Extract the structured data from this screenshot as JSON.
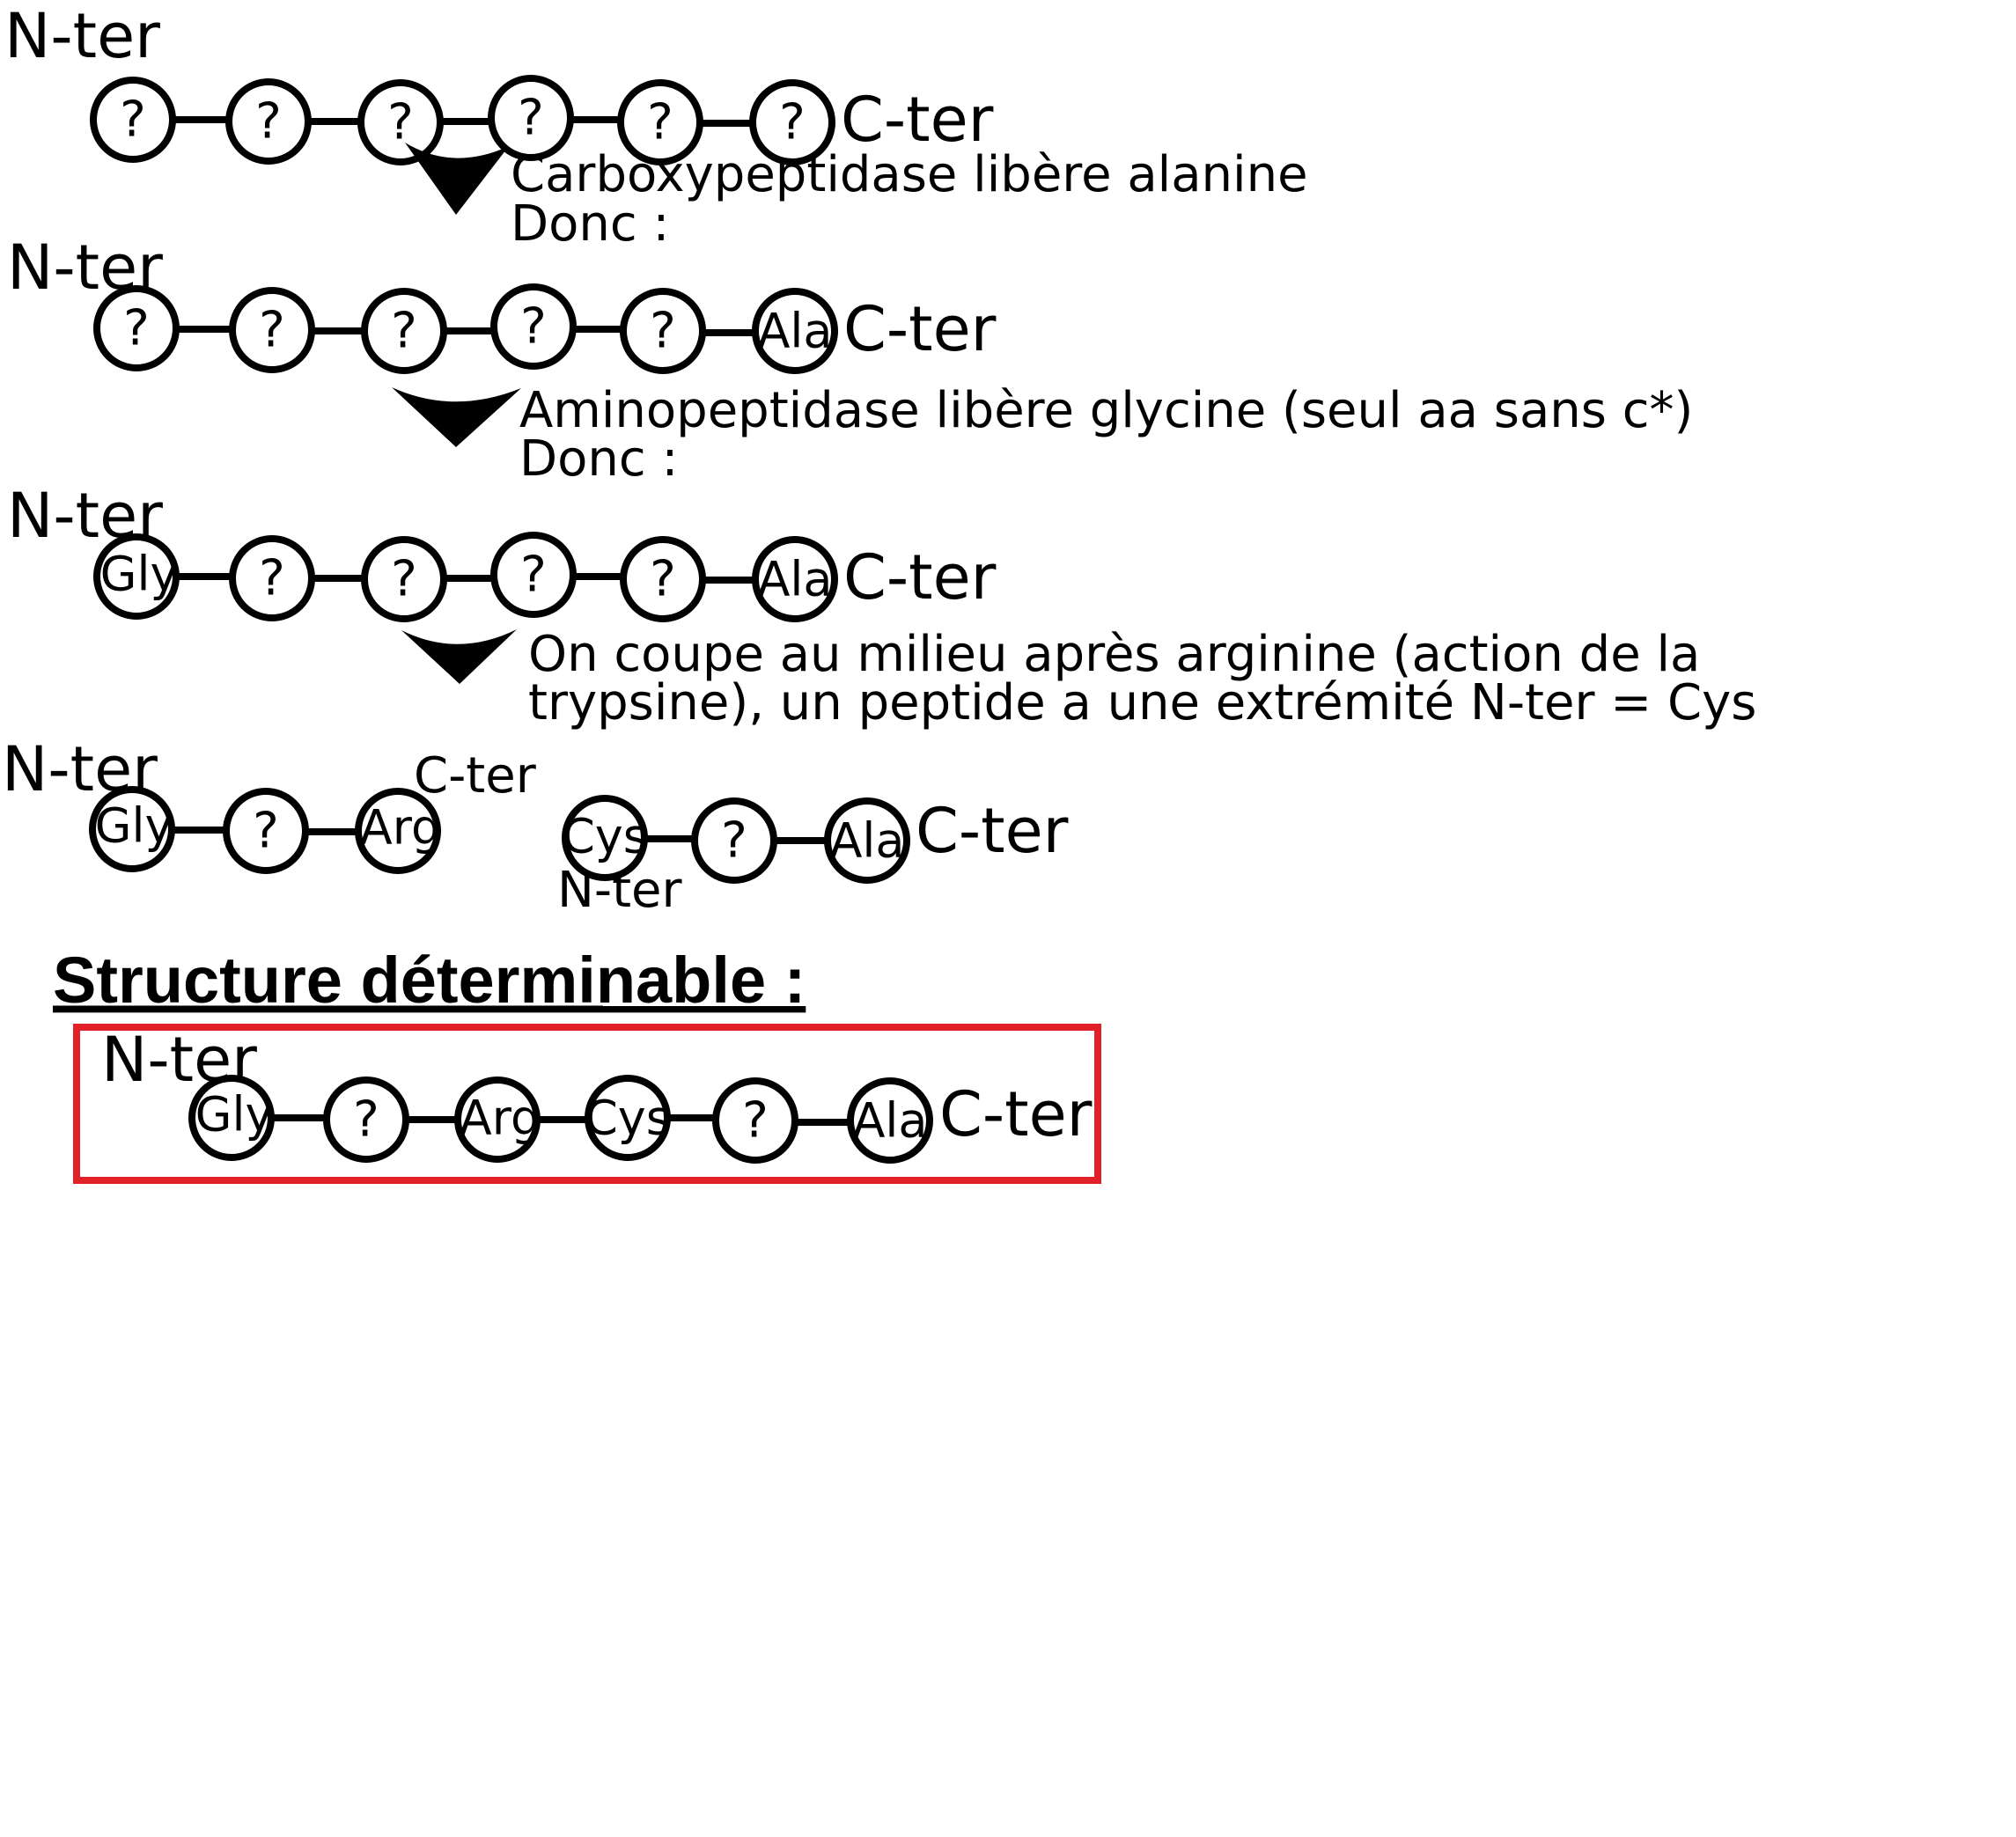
{
  "colors": {
    "ink": "#000000",
    "highlight_box": "#e02128",
    "background": "#ffffff"
  },
  "row1": {
    "n_label": "N-ter",
    "c_label": "C-ter",
    "residues": [
      "?",
      "?",
      "?",
      "?",
      "?",
      "?"
    ]
  },
  "step1": {
    "line1": "Carboxypeptidase libère alanine",
    "line2": "Donc :"
  },
  "row2": {
    "n_label": "N-ter",
    "c_label": "C-ter",
    "residues": [
      "?",
      "?",
      "?",
      "?",
      "?",
      "Ala"
    ]
  },
  "step2": {
    "line1": "Aminopeptidase libère glycine (seul aa sans c*)",
    "line2": "Donc :"
  },
  "row3": {
    "n_label": "N-ter",
    "c_label": "C-ter",
    "residues": [
      "Gly",
      "?",
      "?",
      "?",
      "?",
      "Ala"
    ]
  },
  "step3": {
    "line1": "On coupe au milieu après arginine (action de la",
    "line2": "trypsine), un peptide a une extrémité N-ter = Cys"
  },
  "fragment1": {
    "n_label": "N-ter",
    "c_label": "C-ter",
    "residues": [
      "Gly",
      "?",
      "Arg"
    ]
  },
  "fragment2": {
    "n_label": "N-ter",
    "c_label": "C-ter",
    "residues": [
      "Cys",
      "?",
      "Ala"
    ]
  },
  "result": {
    "heading": "Structure déterminable :",
    "n_label": "N-ter",
    "c_label": "C-ter",
    "residues": [
      "Gly",
      "?",
      "Arg",
      "Cys",
      "?",
      "Ala"
    ]
  }
}
